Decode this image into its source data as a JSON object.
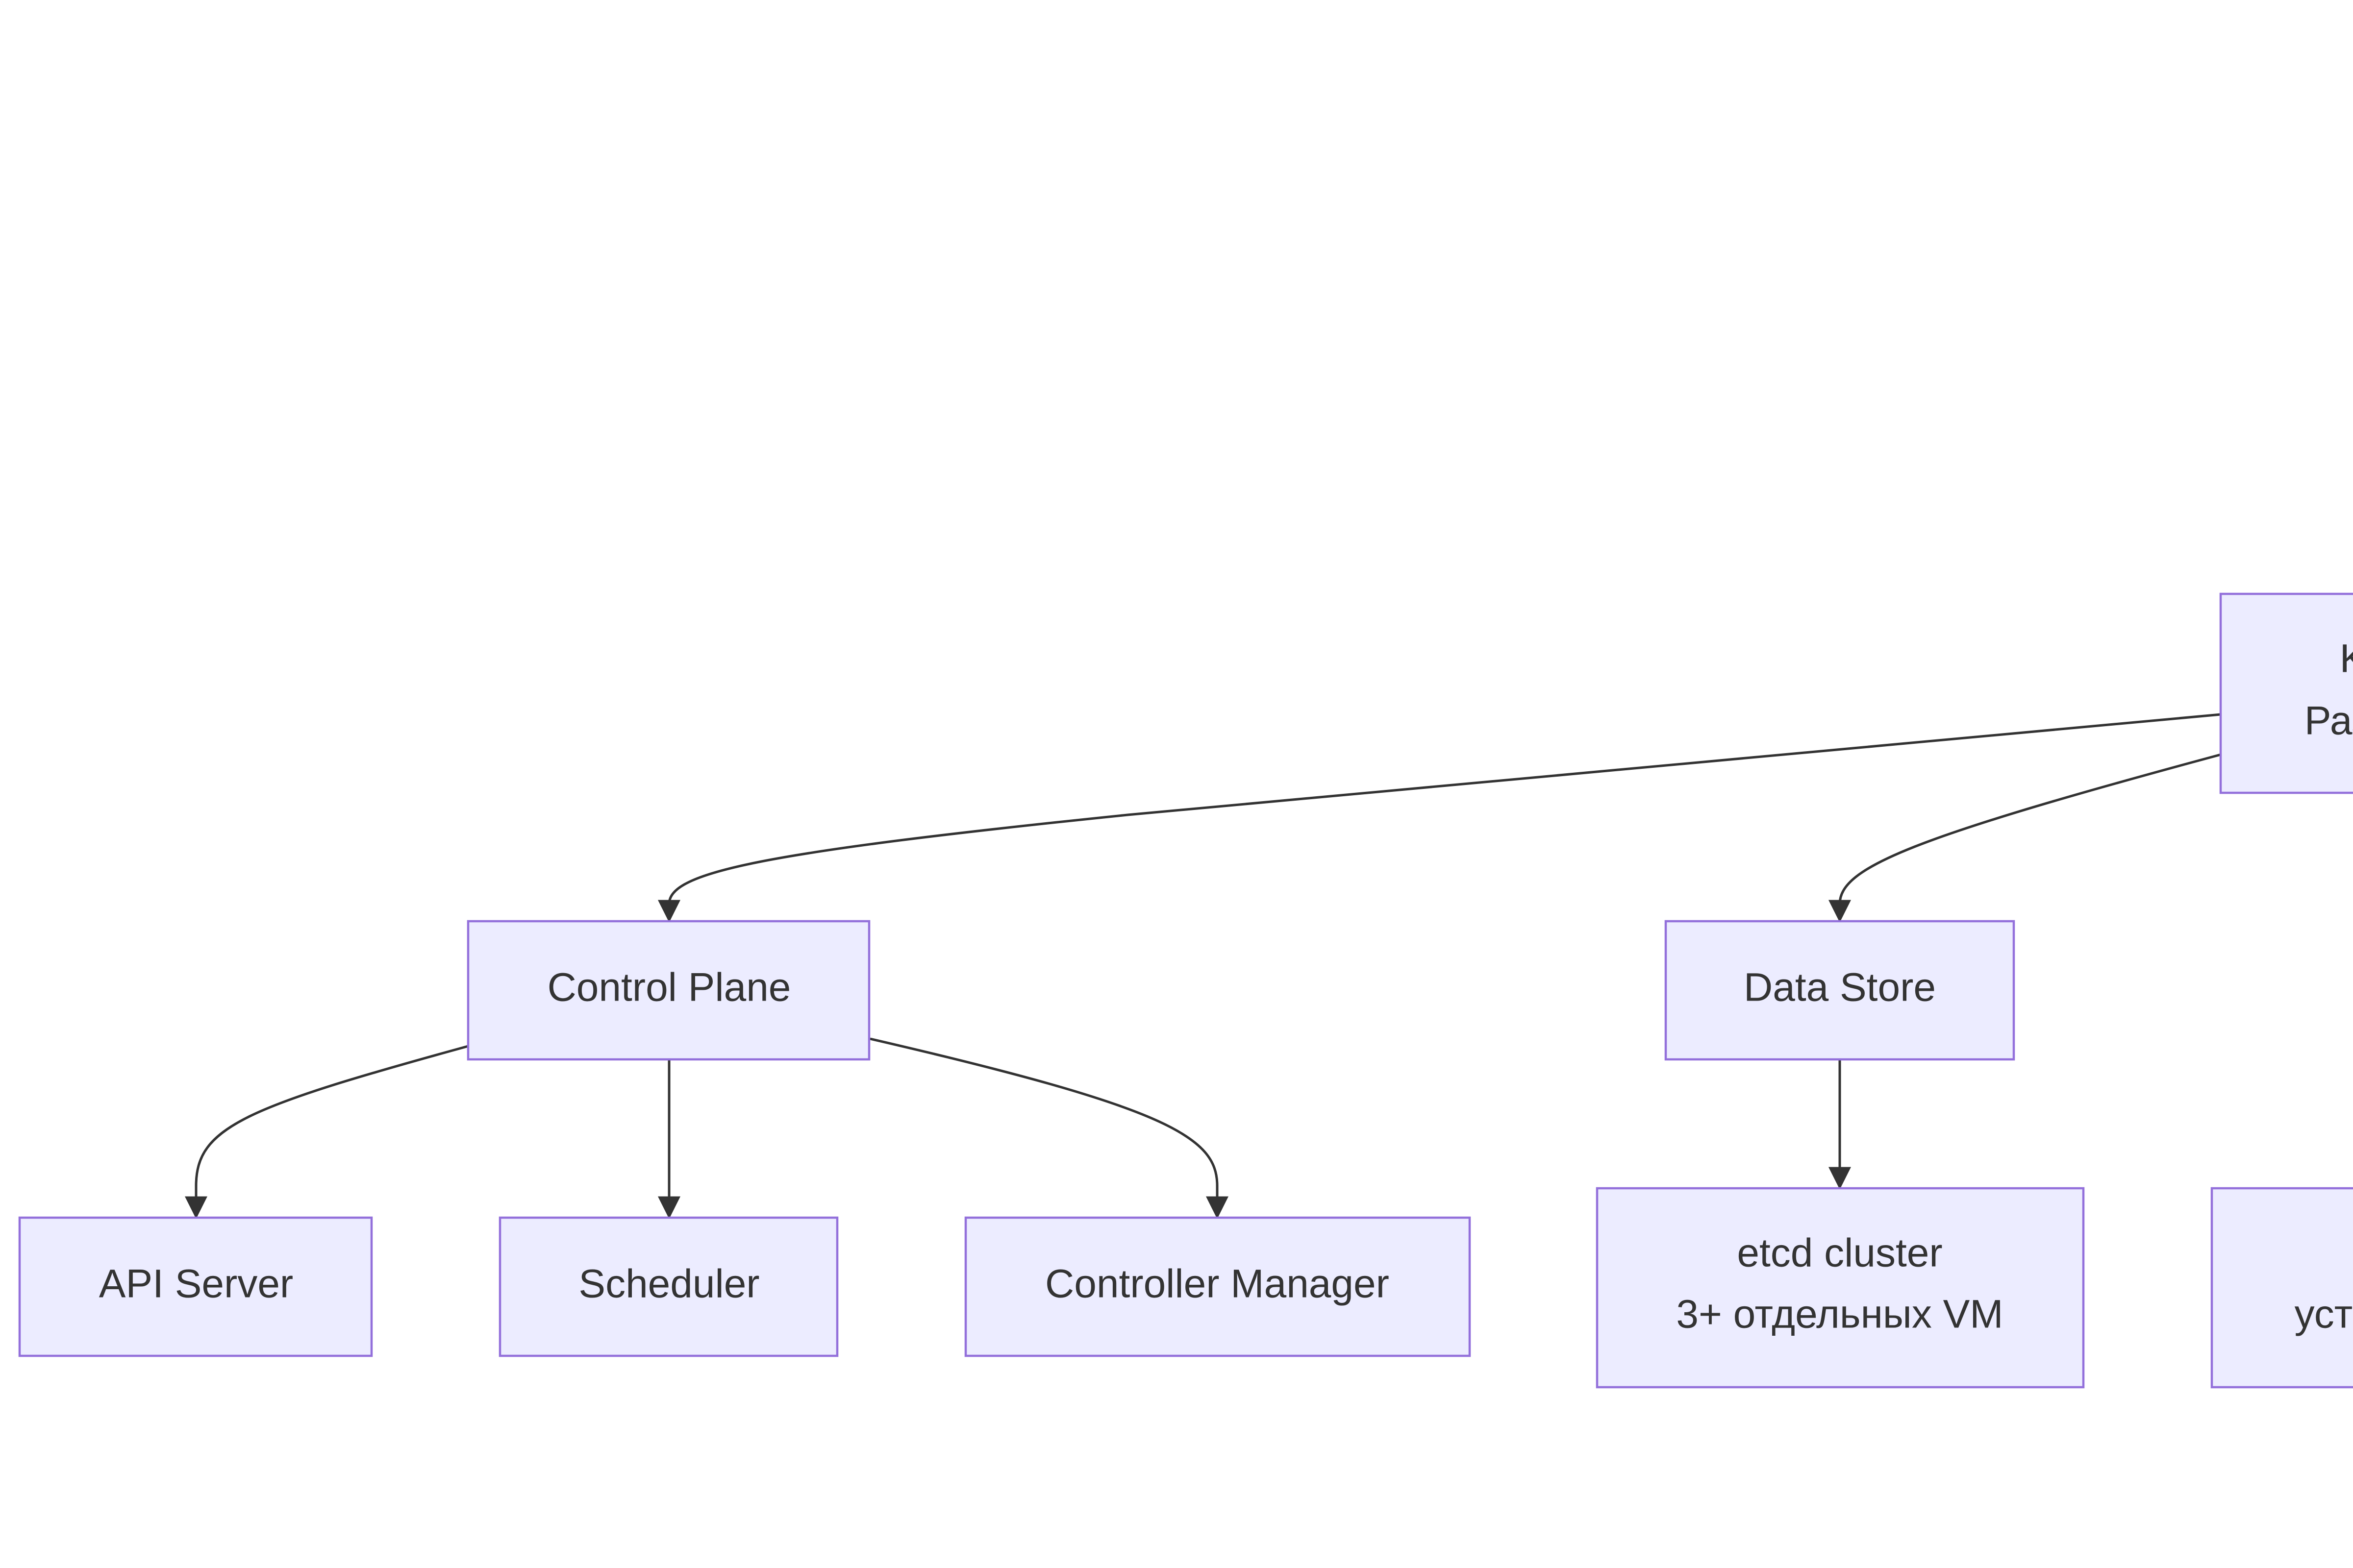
{
  "diagram": {
    "nodes": {
      "root": {
        "lines": [
          "K",
          "Раз"
        ]
      },
      "control_plane": {
        "label": "Control Plane"
      },
      "data_store": {
        "label": "Data Store"
      },
      "api_server": {
        "label": "API Server"
      },
      "scheduler": {
        "label": "Scheduler"
      },
      "controller_manager": {
        "label": "Controller Manager"
      },
      "etcd_cluster": {
        "lines": [
          "etcd cluster",
          "3+ отдельных VM"
        ]
      },
      "partial_right": {
        "lines": [
          "",
          "уст"
        ]
      }
    },
    "colors": {
      "node_fill": "#ECECFF",
      "node_stroke": "#9370DB",
      "edge": "#333333",
      "text": "#333333",
      "background": "#FFFFFF"
    }
  }
}
